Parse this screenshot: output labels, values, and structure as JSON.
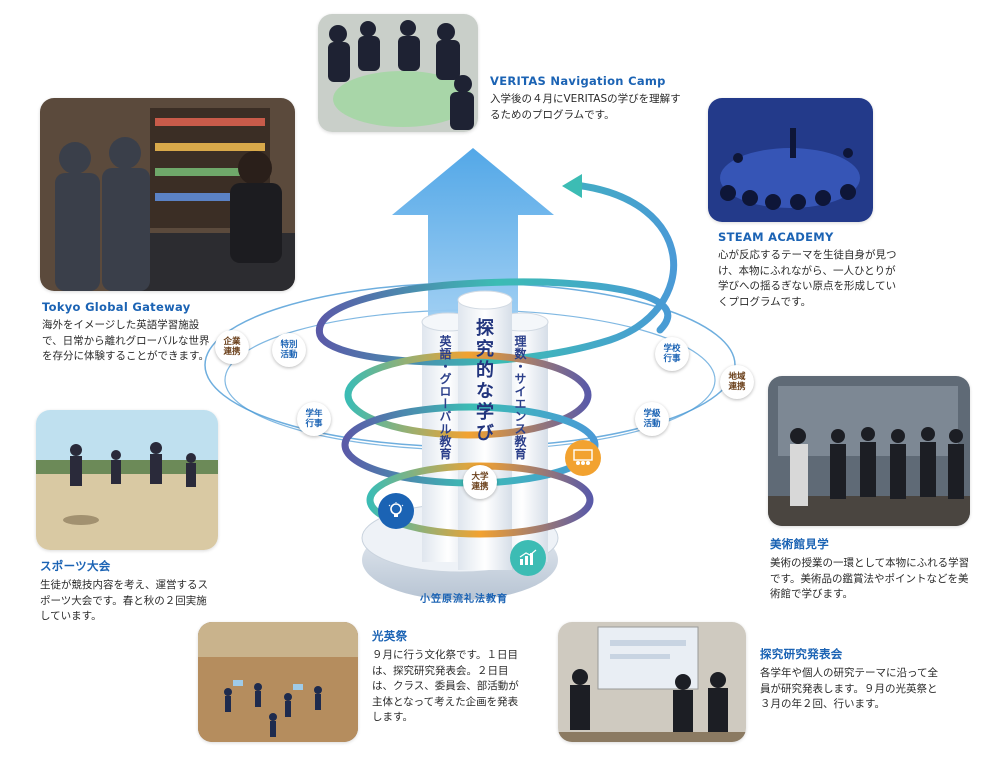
{
  "center": {
    "title": "探究的な学び",
    "left_pillar": "英語・グローバル教育",
    "right_pillar": "理数・サイエンス教育",
    "base": "小笠原流礼法教育",
    "university_tag": "大学\n連携"
  },
  "tags": {
    "kigyo": "企業\n連携",
    "tokubetsu": "特別\n活動",
    "gakunen": "学年\n行事",
    "gakko": "学校\n行事",
    "gakkyu": "学級\n活動",
    "chiiki": "地域\n連携"
  },
  "sections": {
    "veritas": {
      "title": "VERITAS Navigation Camp",
      "text": "入学後の４月にVERITASの学びを理解するためのプログラムです。"
    },
    "steam": {
      "title": "STEAM ACADEMY",
      "text": "心が反応するテーマを生徒自身が見つけ、本物にふれながら、一人ひとりが学びへの揺るぎない原点を形成していくプログラムです。"
    },
    "tgg": {
      "title": "Tokyo Global Gateway",
      "text": "海外をイメージした英語学習施設で、日常から離れグローバルな世界を存分に体験することができます。"
    },
    "sports": {
      "title": "スポーツ大会",
      "text": "生徒が競技内容を考え、運営するスポーツ大会です。春と秋の２回実施しています。"
    },
    "museum": {
      "title": "美術館見学",
      "text": "美術の授業の一環として本物にふれる学習です。美術品の鑑賞法やポイントなどを美術館で学びます。"
    },
    "koeisai": {
      "title": "光英祭",
      "text": "９月に行う文化祭です。１日目は、探究研究発表会。２日目は、クラス、委員会、部活動が主体となって考えた企画を発表します。"
    },
    "research": {
      "title": "探究研究発表会",
      "text": "各学年や個人の研究テーマに沿って全員が研究発表します。９月の光英祭と３月の年２回、行います。"
    }
  },
  "colors": {
    "brand_blue": "#1b63b4",
    "arrow_blue": "#62aee8",
    "ring_blue": "#4a9ad6",
    "ring_teal": "#3cbcb4",
    "ring_orange": "#f2a230",
    "ring_purple": "#5a5aa8"
  }
}
